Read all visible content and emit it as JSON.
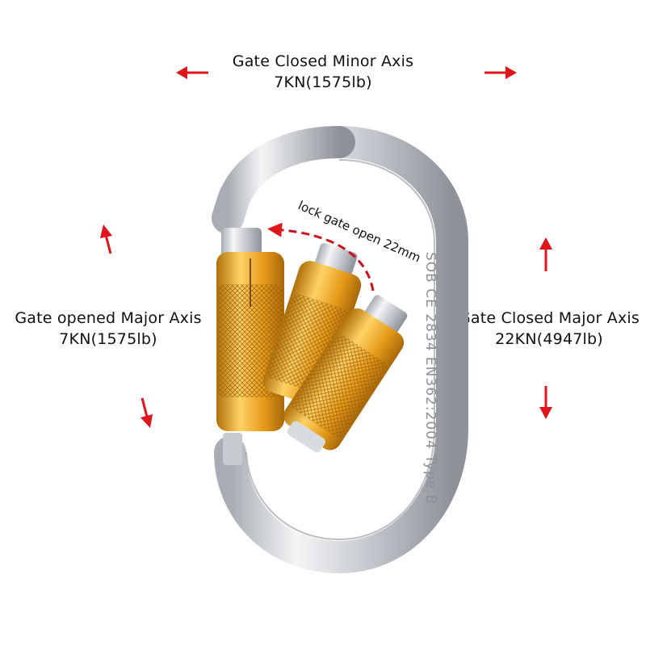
{
  "labels": {
    "top": {
      "title": "Gate Closed Minor Axis",
      "value": "7KN(1575lb)"
    },
    "left": {
      "title": "Gate opened Major Axis",
      "value": "7KN(1575lb)"
    },
    "right": {
      "title": "Gate Closed Major Axis",
      "value": "22KN(4947lb)"
    }
  },
  "annotation": {
    "text": "lock gate open 22mm"
  },
  "engraving": {
    "text": "SOB CE 2834 EN362:2004 Type B"
  },
  "colors": {
    "arrow": "#e0141b",
    "metal": "#c9ccd1",
    "gate": "#e7a21e",
    "text": "#111111"
  }
}
